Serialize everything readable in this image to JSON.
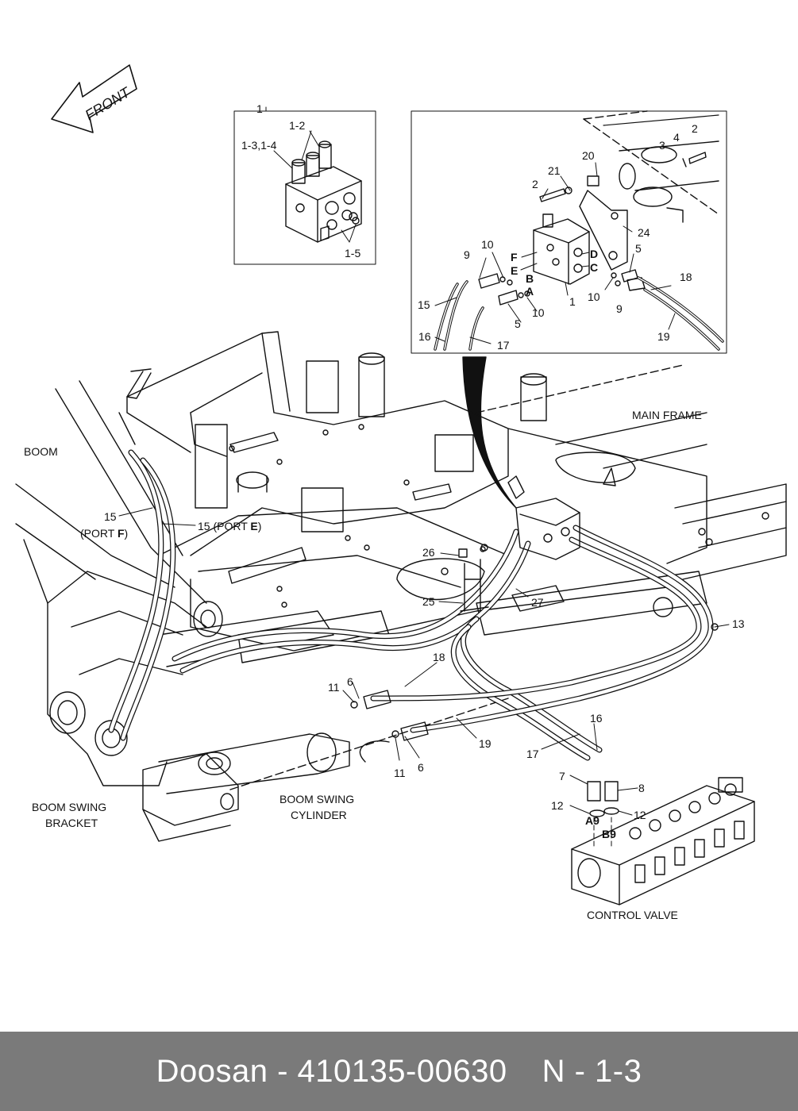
{
  "direction_arrow": {
    "label": "FRONT",
    "icon": "arrow-left-icon"
  },
  "inset_left": {
    "title": "1",
    "labels": [
      "1-2",
      "1-3,1-4",
      "1-5"
    ]
  },
  "inset_right": {
    "labels": [
      "2",
      "3",
      "4",
      "20",
      "21",
      "2",
      "24",
      "10",
      "9",
      "F",
      "E",
      "B",
      "A",
      "D",
      "C",
      "5",
      "10",
      "9",
      "18",
      "15",
      "10",
      "5",
      "1",
      "16",
      "17",
      "19"
    ]
  },
  "assembly_labels": {
    "main_frame": "MAIN FRAME",
    "boom": "BOOM",
    "port_f_num": "15",
    "port_f_open": "(PORT ",
    "port_f_letter": "F",
    "port_f_close": ")",
    "port_e_open": "15 (PORT ",
    "port_e_letter": "E",
    "port_e_close": ")",
    "boom_swing_bracket_1": "BOOM SWING",
    "boom_swing_bracket_2": "BRACKET",
    "boom_swing_cylinder_1": "BOOM SWING",
    "boom_swing_cylinder_2": "CYLINDER",
    "control_valve": "CONTROL VALVE"
  },
  "callouts": [
    "26",
    "25",
    "27",
    "13",
    "18",
    "11",
    "6",
    "19",
    "11",
    "6",
    "16",
    "17",
    "7",
    "8",
    "12",
    "12",
    "A9",
    "B9"
  ],
  "footer": {
    "brand_part": "Doosan - 410135-00630",
    "page_ref": "N - 1-3"
  }
}
